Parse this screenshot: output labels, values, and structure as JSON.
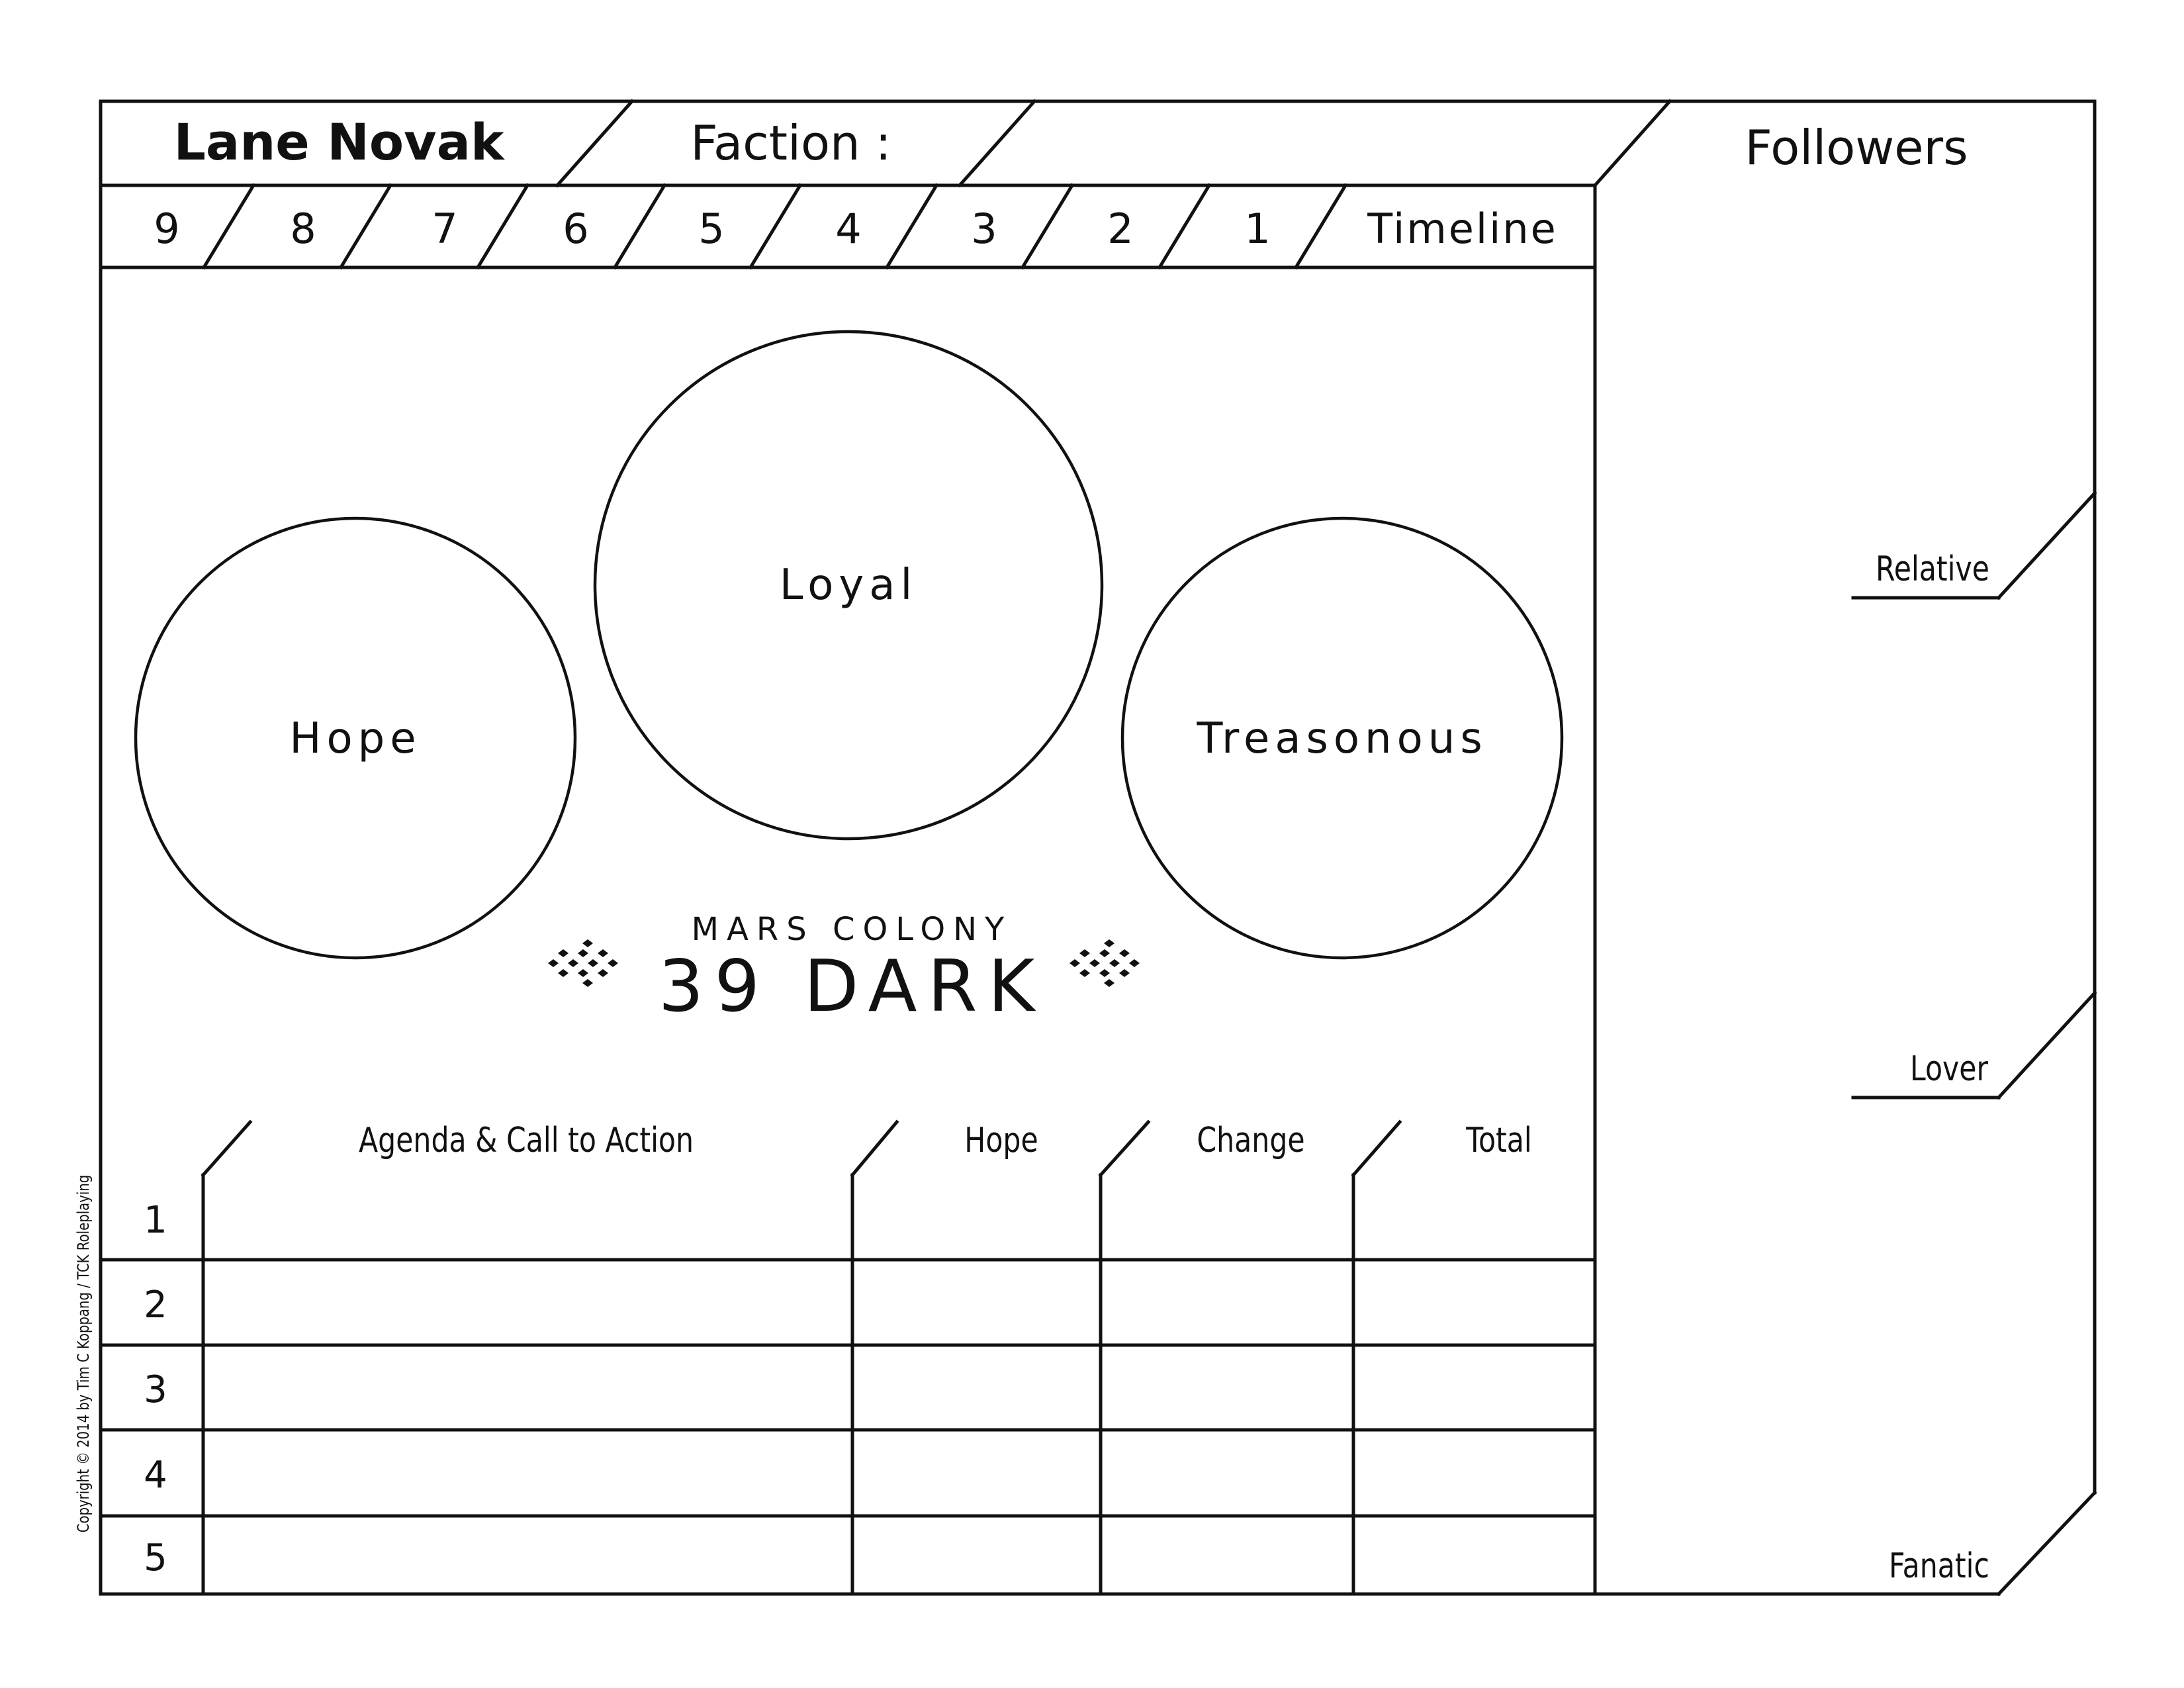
{
  "header": {
    "character_name": "Lane Novak",
    "faction_label": "Faction :",
    "followers_title": "Followers"
  },
  "timeline": {
    "numbers": [
      "9",
      "8",
      "7",
      "6",
      "5",
      "4",
      "3",
      "2",
      "1"
    ],
    "label": "Timeline"
  },
  "circles": {
    "hope": "Hope",
    "loyal": "Loyal",
    "treasonous": "Treasonous"
  },
  "logo": {
    "line1": "MARS COLONY",
    "line2": "39 DARK"
  },
  "agenda_table": {
    "headers": [
      "Agenda & Call to Action",
      "Hope",
      "Change",
      "Total"
    ],
    "rows": [
      "1",
      "2",
      "3",
      "4",
      "5"
    ]
  },
  "followers": {
    "relative": "Relative",
    "lover": "Lover",
    "fanatic": "Fanatic"
  },
  "copyright": "Copyright © 2014 by Tim C Koppang / TCK Roleplaying"
}
